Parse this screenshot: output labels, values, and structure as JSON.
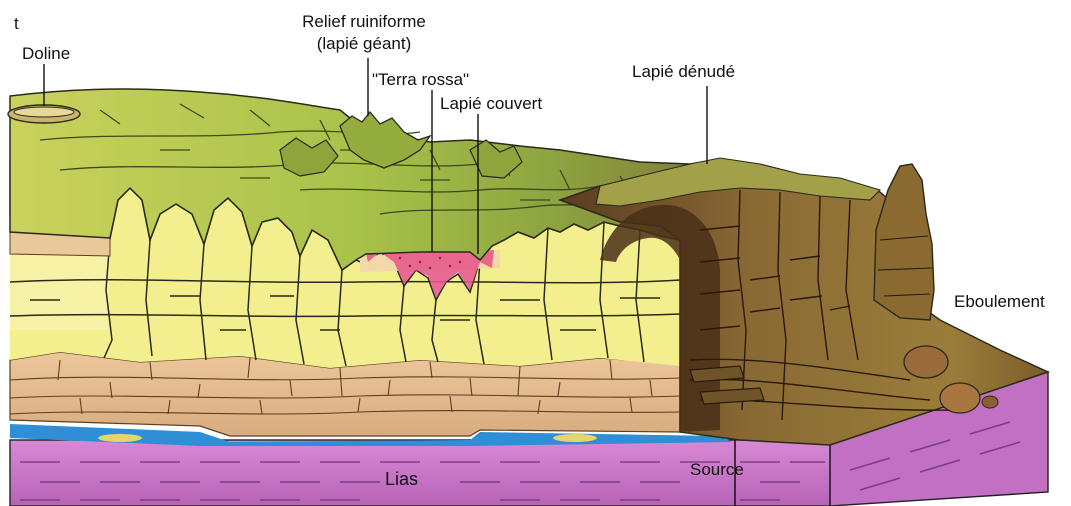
{
  "labels": {
    "corner": "t",
    "doline": "Doline",
    "relief_line1": "Relief ruiniforme",
    "relief_line2": "(lapié géant)",
    "terra_rossa": "\"Terra rossa\"",
    "lapie_couvert": "Lapié couvert",
    "lapie_denude": "Lapié dénudé",
    "eboulement": "Eboulement",
    "lias": "Lias",
    "source": "Source"
  },
  "colors": {
    "surface_green": "#a9c24a",
    "limestone_yellow": "#f3ef8e",
    "marl_tan": "#e2b98d",
    "lias_purple": "#c877c6",
    "water_blue": "#2f8fd6",
    "cliff_brown": "#7c5a2c",
    "terra_rossa_pink": "#e65a8a",
    "doline_blue": "#a8d7e8"
  }
}
